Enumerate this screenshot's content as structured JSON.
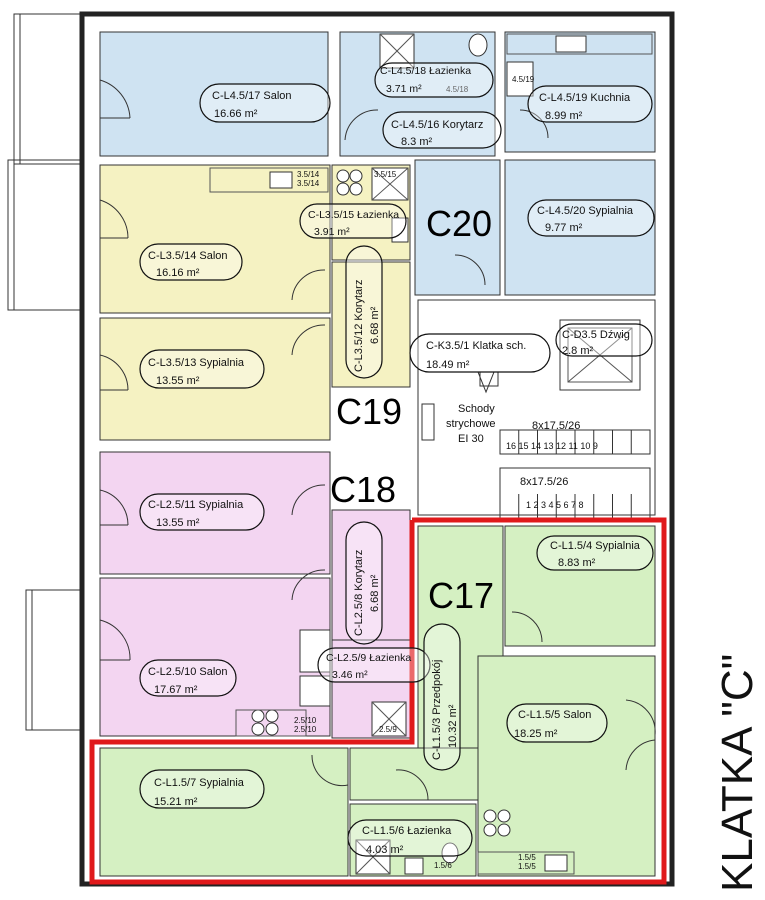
{
  "units": {
    "c20": "C20",
    "c19": "C19",
    "c18": "C18",
    "c17": "C17"
  },
  "stair_label": "KLATKA \"C\"",
  "rooms": {
    "l45_17": {
      "name": "C-L4.5/17 Salon",
      "area": "16.66 m²"
    },
    "l45_18": {
      "name": "C-L4.5/18 Łazienka",
      "area": "3.71 m²"
    },
    "l45_19": {
      "name": "C-L4.5/19 Kuchnia",
      "area": "8.99 m²"
    },
    "l45_16": {
      "name": "C-L4.5/16 Korytarz",
      "area": "8.3 m²"
    },
    "l35_14": {
      "name": "C-L3.5/14 Salon",
      "area": "16.16 m²"
    },
    "l35_15": {
      "name": "C-L3.5/15 Łazienka",
      "area": "3.91 m²"
    },
    "l45_20": {
      "name": "C-L4.5/20 Sypialnia",
      "area": "9.77 m²"
    },
    "l35_12": {
      "name": "C-L3.5/12 Korytarz",
      "area": "6.68 m²"
    },
    "l35_13": {
      "name": "C-L3.5/13 Sypialnia",
      "area": "13.55 m²"
    },
    "k35_1": {
      "name": "C-K3.5/1 Klatka sch.",
      "area": "18.49 m²"
    },
    "d35": {
      "name": "C-D3.5 Dźwig",
      "area": "2.8 m²"
    },
    "l25_11": {
      "name": "C-L2.5/11 Sypialnia",
      "area": "13.55 m²"
    },
    "l25_8": {
      "name": "C-L2.5/8 Korytarz",
      "area": "6.68 m²"
    },
    "l15_4": {
      "name": "C-L1.5/4 Sypialnia",
      "area": "8.83 m²"
    },
    "l25_10": {
      "name": "C-L2.5/10 Salon",
      "area": "17.67 m²"
    },
    "l25_9": {
      "name": "C-L2.5/9 Łazienka",
      "area": "3.46 m²"
    },
    "l15_3": {
      "name": "C-L1.5/3 Przedpokój",
      "area": "10.32 m²"
    },
    "l15_5": {
      "name": "C-L1.5/5 Salon",
      "area": "18.25 m²"
    },
    "l15_7": {
      "name": "C-L1.5/7 Sypialnia",
      "area": "15.21 m²"
    },
    "l15_6": {
      "name": "C-L1.5/6 Łazienka",
      "area": "4.03 m²"
    }
  },
  "stairs": {
    "title_line1": "Schody",
    "title_line2": "strychowe",
    "title_line3": "EI 30",
    "upper_flight": "8x17.5/26",
    "upper_steps": "16 15 14 13 12 11 10 9",
    "lower_flight": "8x17.5/26",
    "lower_steps": "1 2 3 4 5 6 7 8"
  },
  "fixture_tags": {
    "t35_14a": "3.5/14",
    "t35_14b": "3.5/14",
    "t35_15": "3.5/15",
    "t45_19": "4.5/19",
    "t45_18": "4.5/18",
    "t25_10a": "2.5/10",
    "t25_10b": "2.5/10",
    "t25_9": "2.5/9",
    "t15_5a": "1.5/5",
    "t15_5b": "1.5/5",
    "t15_6": "1.5/6"
  },
  "colors": {
    "blue": "#cfe3f2",
    "yellow": "#f5f2c2",
    "pink": "#f3d5f1",
    "green": "#d5f0c2",
    "highlight": "#e0191b",
    "hall": "#ffffff"
  }
}
